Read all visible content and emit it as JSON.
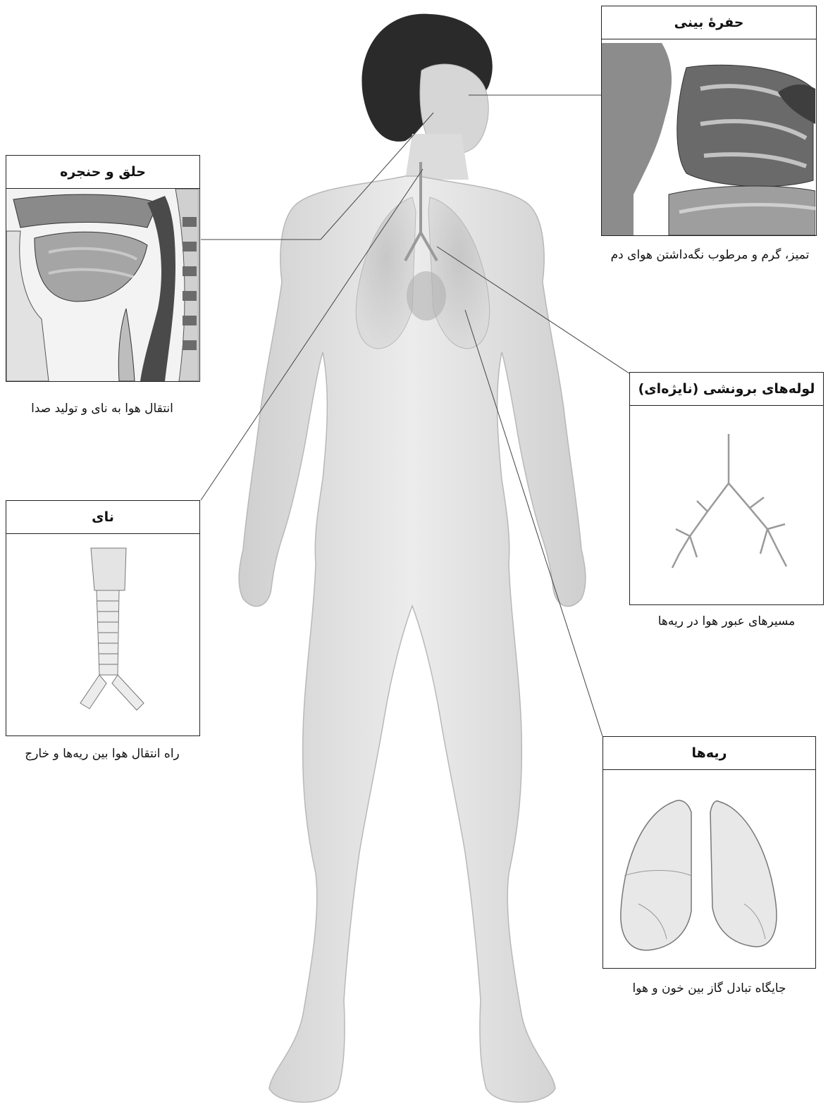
{
  "labels": {
    "nasal_cavity": {
      "title": "حفرهٔ بینی",
      "caption": "تمیز، گرم و مرطوب نگه‌داشتن هوای دم"
    },
    "pharynx_larynx": {
      "title": "حلق و حنجره",
      "caption": "انتقال هوا به نای و تولید صدا"
    },
    "trachea": {
      "title": "نای",
      "caption": "راه انتقال هوا بین ریه‌ها و خارج"
    },
    "bronchi": {
      "title": "لوله‌های برونشی (نایژه‌ای)",
      "caption": "مسیرهای عبور هوا در ریه‌ها"
    },
    "lungs": {
      "title": "ریه‌ها",
      "caption": "جایگاه تبادل گاز بین خون و هوا"
    }
  },
  "icons": [
    "human-body-figure",
    "nasal-cavity-illustration",
    "pharynx-larynx-illustration",
    "trachea-illustration",
    "bronchi-illustration",
    "lungs-illustration"
  ]
}
